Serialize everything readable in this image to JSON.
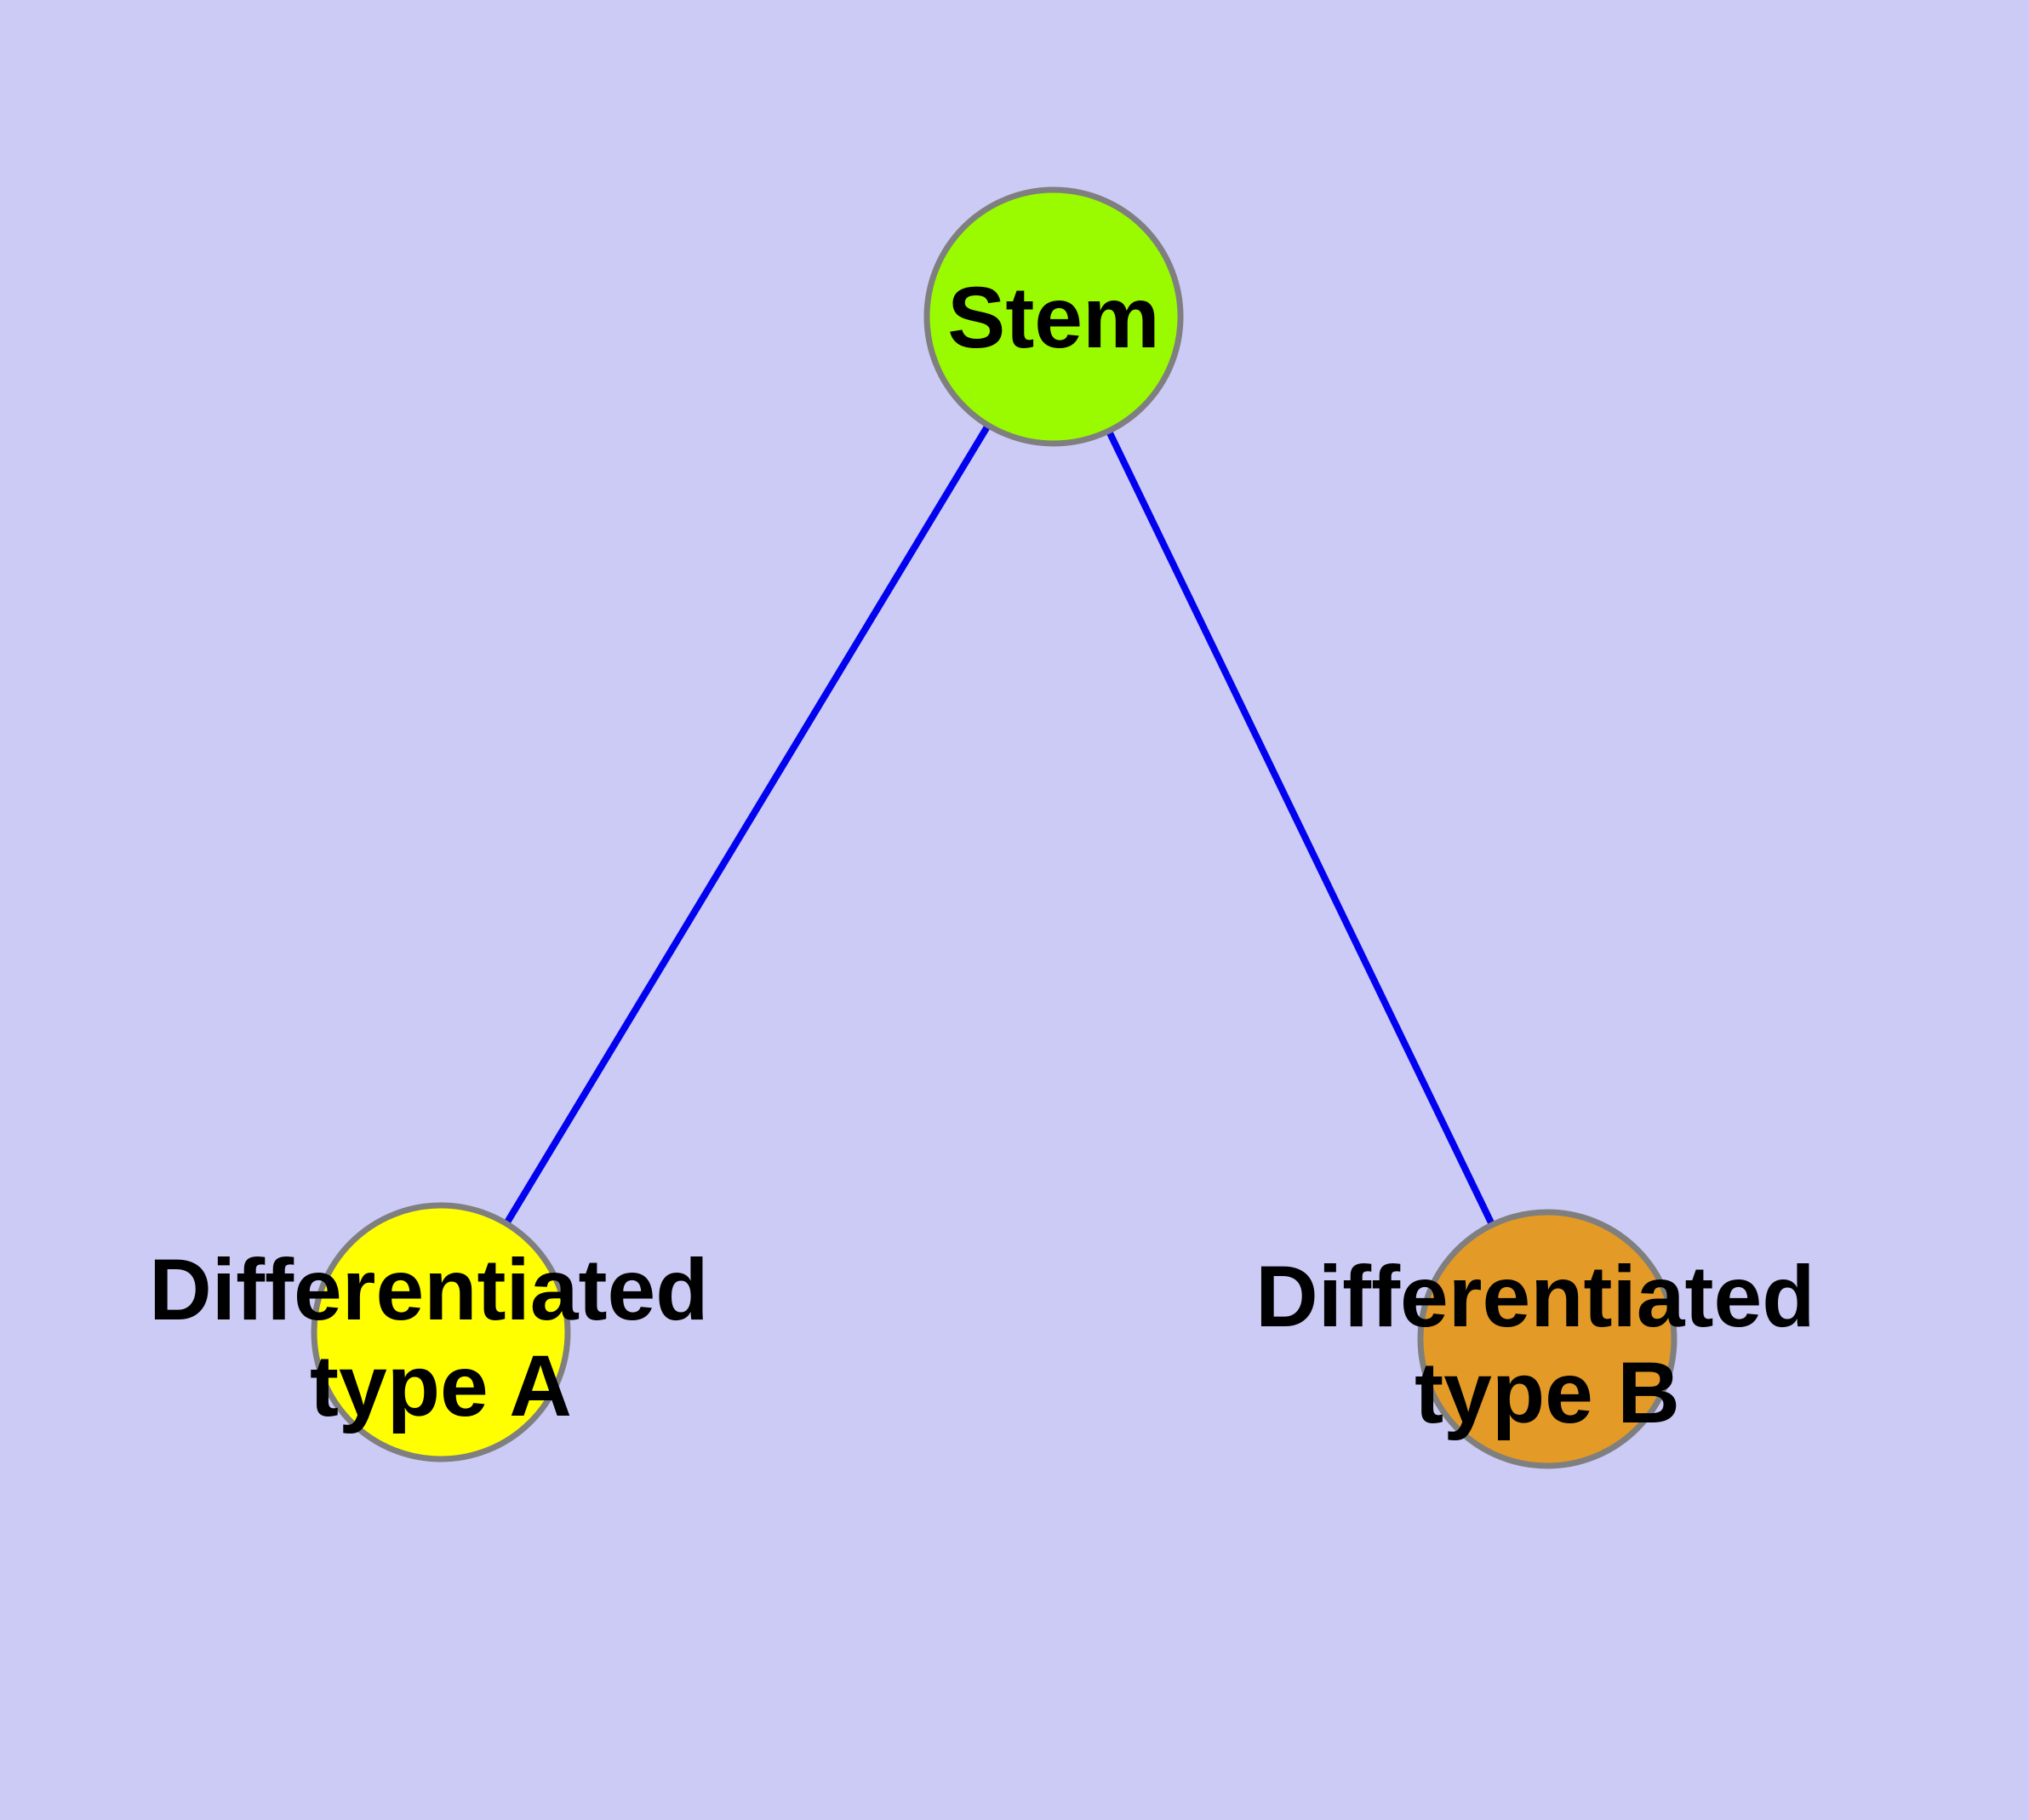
{
  "diagram": {
    "background_color": "#CBCBF6",
    "node_border_color": "#7F7F7F",
    "node_border_width": "7",
    "edge_color": "#0202EF",
    "edge_width": "8",
    "text_color": "#000000",
    "nodes": {
      "stem": {
        "label": "Stem",
        "fill": "#9AFB00"
      },
      "type_a": {
        "label_line1": "Differentiated",
        "label_line2": "type A",
        "fill": "#FFFF00"
      },
      "type_b": {
        "label_line1": "Differentiated",
        "label_line2": "type B",
        "fill": "#E49A26"
      }
    },
    "edges": [
      {
        "from": "stem",
        "to": "type_a"
      },
      {
        "from": "stem",
        "to": "type_b"
      }
    ]
  }
}
